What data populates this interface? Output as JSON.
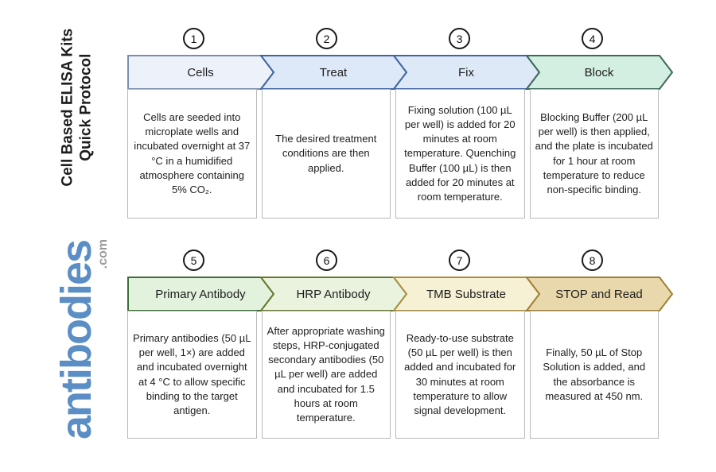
{
  "branding": {
    "title_line1": "Cell Based ELISA Kits",
    "title_line2": "Quick Protocol",
    "logo_text": "antibodies",
    "logo_suffix": ".com",
    "logo_color": "#5b8ec5",
    "logo_suffix_color": "#9a9a9a",
    "title_color": "#1d1d1d"
  },
  "steps": [
    {
      "number": "1",
      "label": "Cells",
      "description": "Cells are seeded into microplate wells and incubated overnight at 37 °C in a humidified atmosphere containing 5% CO₂.",
      "colors": {
        "fill": "#edf2fa",
        "stroke": "#7b8dad"
      }
    },
    {
      "number": "2",
      "label": "Treat",
      "description": "The desired treatment conditions are then applied.",
      "colors": {
        "fill": "#dde8f8",
        "stroke": "#41659f"
      }
    },
    {
      "number": "3",
      "label": "Fix",
      "description": "Fixing solution (100 µL per well) is added for 20 minutes at room temperature. Quenching Buffer (100 µL) is then added for 20 minutes at room temperature.",
      "colors": {
        "fill": "#dee9f8",
        "stroke": "#41659f"
      }
    },
    {
      "number": "4",
      "label": "Block",
      "description": "Blocking Buffer (200 µL per well) is then applied, and the plate is incubated for 1 hour at room temperature to reduce non-specific binding.",
      "colors": {
        "fill": "#d3efe2",
        "stroke": "#3f685a"
      }
    },
    {
      "number": "5",
      "label": "Primary Antibody",
      "description": "Primary antibodies (50 µL per well, 1×) are added and incubated overnight at 4 °C to allow specific binding to the target antigen.",
      "colors": {
        "fill": "#e3f2dd",
        "stroke": "#3c6e38"
      }
    },
    {
      "number": "6",
      "label": "HRP Antibody",
      "description": "After appropriate washing steps, HRP-conjugated secondary antibodies (50 µL per well) are added and incubated for 1.5 hours at room temperature.",
      "colors": {
        "fill": "#eaf3de",
        "stroke": "#68792f"
      }
    },
    {
      "number": "7",
      "label": "TMB Substrate",
      "description": "Ready-to-use substrate (50 µL per well) is then added and incubated for 30 minutes at room temperature to allow signal development.",
      "colors": {
        "fill": "#f6f1d4",
        "stroke": "#a98d3e"
      }
    },
    {
      "number": "8",
      "label": "STOP and Read",
      "description": "Finally, 50 µL of Stop Solution is added, and the absorbance is measured at 450 nm.",
      "colors": {
        "fill": "#e9d8ab",
        "stroke": "#a07f35"
      }
    }
  ]
}
